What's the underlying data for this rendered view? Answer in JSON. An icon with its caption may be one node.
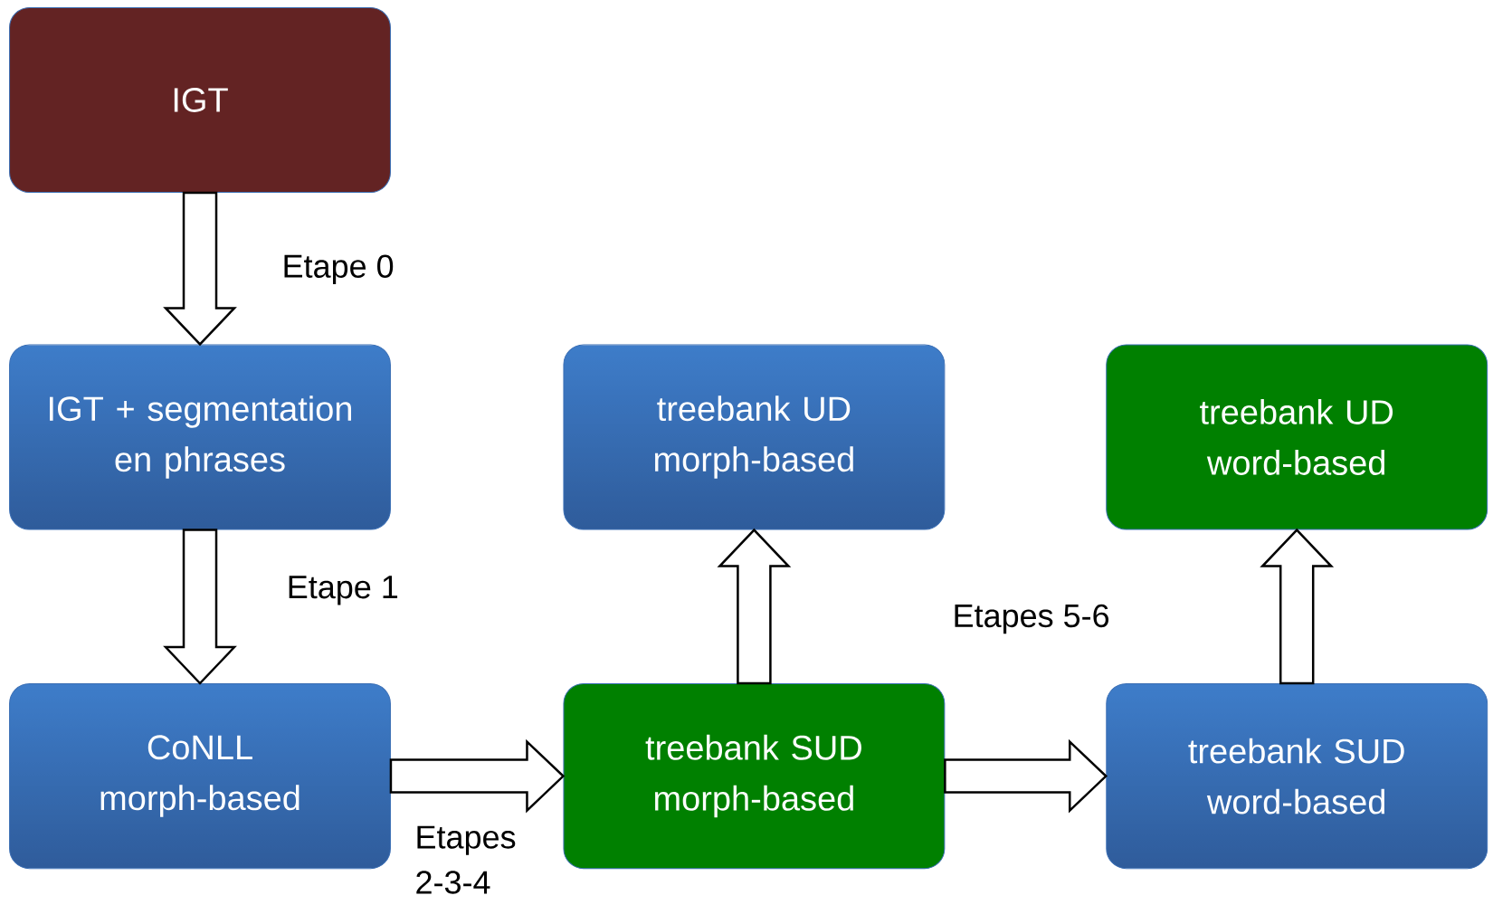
{
  "diagram": {
    "nodes": [
      {
        "text": [
          "IGT"
        ]
      },
      {
        "text": [
          "IGT + segmentation en phrases"
        ]
      },
      {
        "text": [
          "CoNLL morph-based"
        ]
      },
      {
        "text": [
          "treebank SUD morph-based"
        ]
      },
      {
        "text": [
          "treebank UD morph-based"
        ]
      },
      {
        "text": [
          "treebank SUD word-based"
        ]
      },
      {
        "text": [
          "treebank UD word-based"
        ]
      }
    ],
    "edges": [
      {
        "from": 0,
        "to": 1,
        "arrow": "to",
        "label": "Etape 0"
      },
      {
        "from": 1,
        "to": 2,
        "arrow": "to",
        "label": "Etape 1"
      },
      {
        "from": 2,
        "to": 3,
        "arrow": "to",
        "label": "Etapes 2-3-4"
      },
      {
        "from": 3,
        "to": 4,
        "arrow": "to"
      },
      {
        "from": 3,
        "to": 5,
        "arrow": "to"
      },
      {
        "from": 5,
        "to": 6,
        "arrow": "to"
      }
    ],
    "labels": [
      "Etapes 5-6"
    ]
  }
}
